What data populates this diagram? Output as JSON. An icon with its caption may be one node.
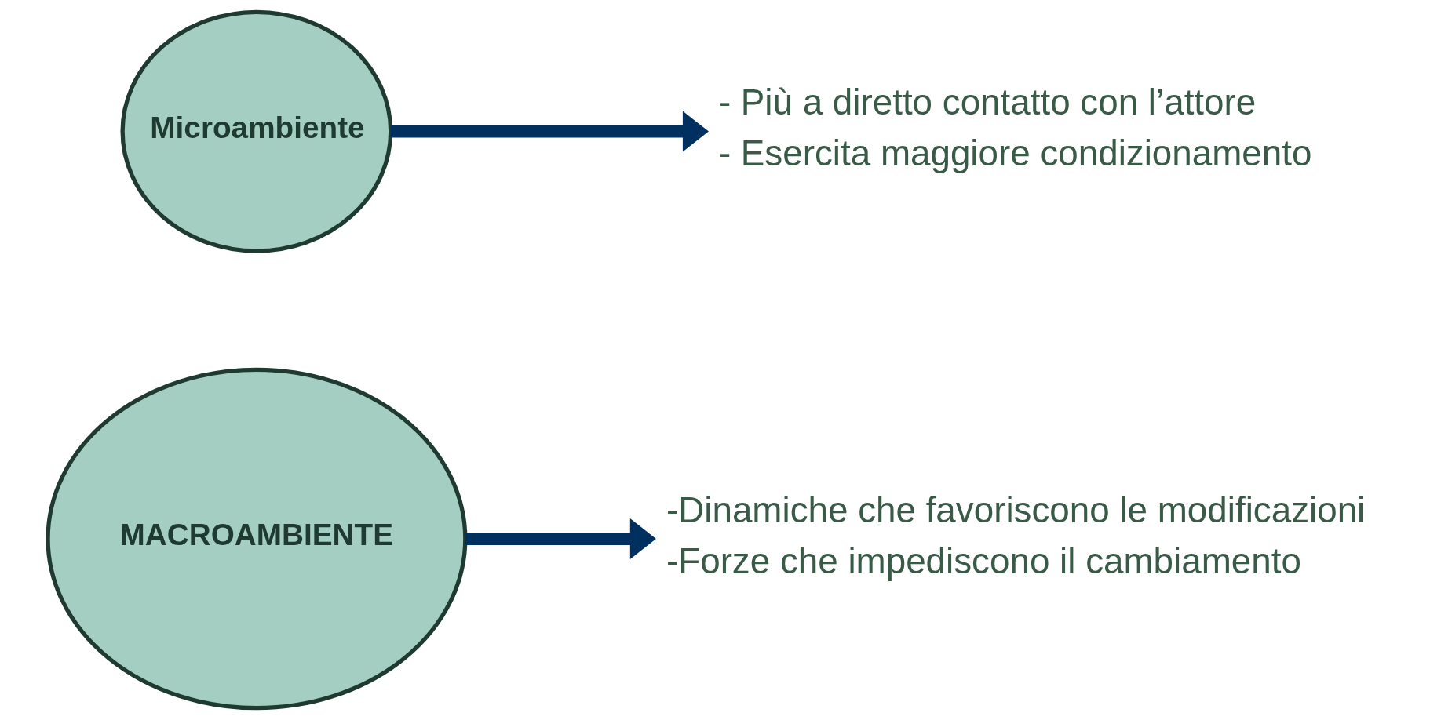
{
  "diagram": {
    "nodes": [
      {
        "text": [
          "MACROAMBIENTE"
        ]
      },
      {
        "text": [
          "-Dinamiche che favoriscono le modificazioni",
          "-Forze che impediscono il cambiamento"
        ]
      },
      {
        "text": [
          "Microambiente"
        ]
      },
      {
        "text": [
          "- Più a diretto contatto con l’attore",
          "- Esercita maggiore condizionamento"
        ]
      }
    ],
    "edges": [
      {
        "from": 0,
        "to": 1,
        "arrow": "to"
      },
      {
        "from": 2,
        "to": 3,
        "arrow": "to"
      }
    ]
  }
}
